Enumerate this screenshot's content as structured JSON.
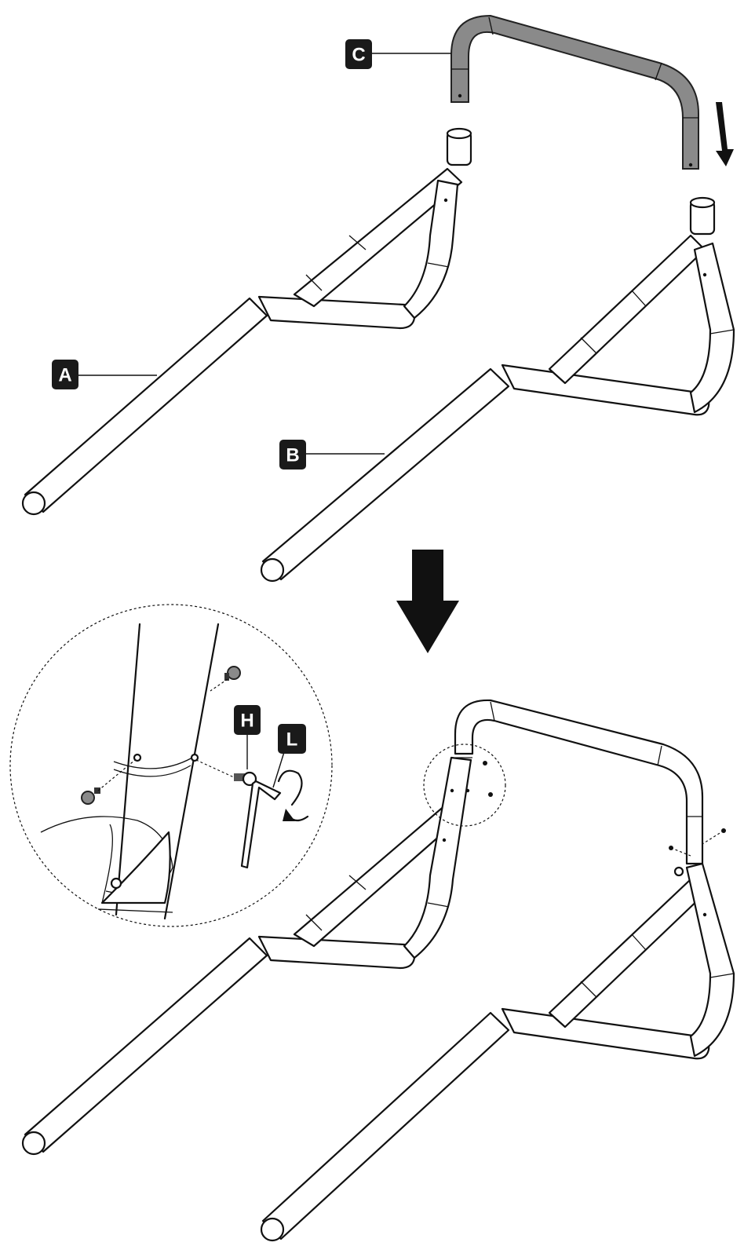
{
  "labels": {
    "a": "A",
    "b": "B",
    "c": "C",
    "h": "H",
    "l": "L"
  },
  "colors": {
    "badge_bg": "#1a1a1a",
    "part_c_fill": "#8a8a8a",
    "line": "#111111"
  },
  "icons": {
    "down_arrow_large": "down-arrow-icon",
    "down_arrow_small": "down-arrow-icon",
    "rotate": "rotate-arrow-icon",
    "hex_key": "hex-key-icon",
    "bolt": "bolt-icon"
  }
}
